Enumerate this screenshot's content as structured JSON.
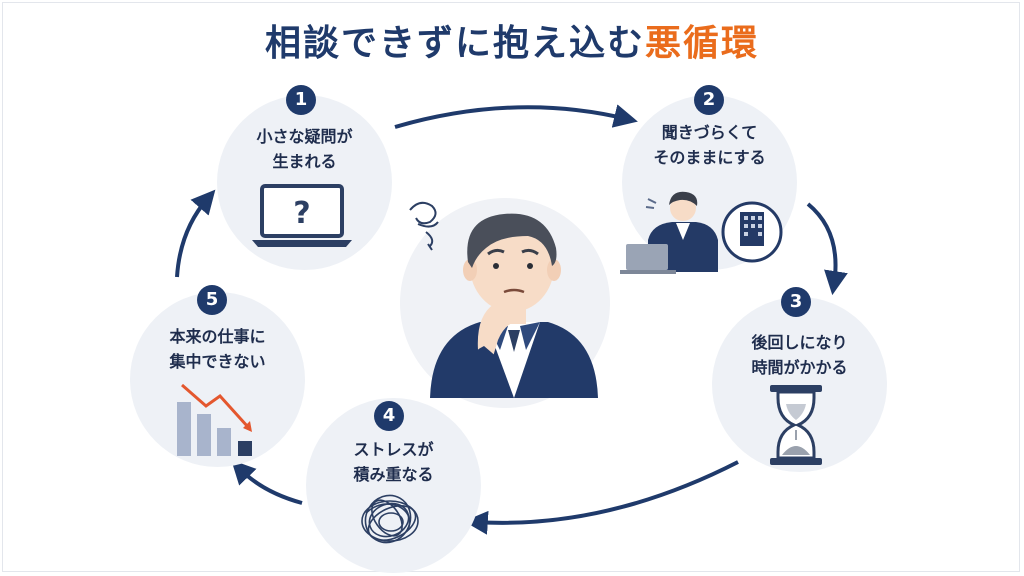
{
  "title": {
    "main": "相談できずに抱え込む",
    "accent": "悪循環"
  },
  "colors": {
    "navy": "#1f3a6b",
    "accent": "#ea6c1c",
    "circle": "#eef1f6"
  },
  "steps": [
    {
      "number": "1",
      "line1": "小さな疑問が",
      "line2": "生まれる",
      "icon": "laptop-question-icon"
    },
    {
      "number": "2",
      "line1": "聞きづらくて",
      "line2": "そのままにする",
      "icon": "office-worker-icon"
    },
    {
      "number": "3",
      "line1": "後回しになり",
      "line2": "時間がかかる",
      "icon": "hourglass-icon"
    },
    {
      "number": "4",
      "line1": "ストレスが",
      "line2": "積み重なる",
      "icon": "tangled-scribble-icon"
    },
    {
      "number": "5",
      "line1": "本来の仕事に",
      "line2": "集中できない",
      "icon": "declining-bar-chart-icon"
    }
  ],
  "center": {
    "icon": "worried-businessman-icon"
  }
}
